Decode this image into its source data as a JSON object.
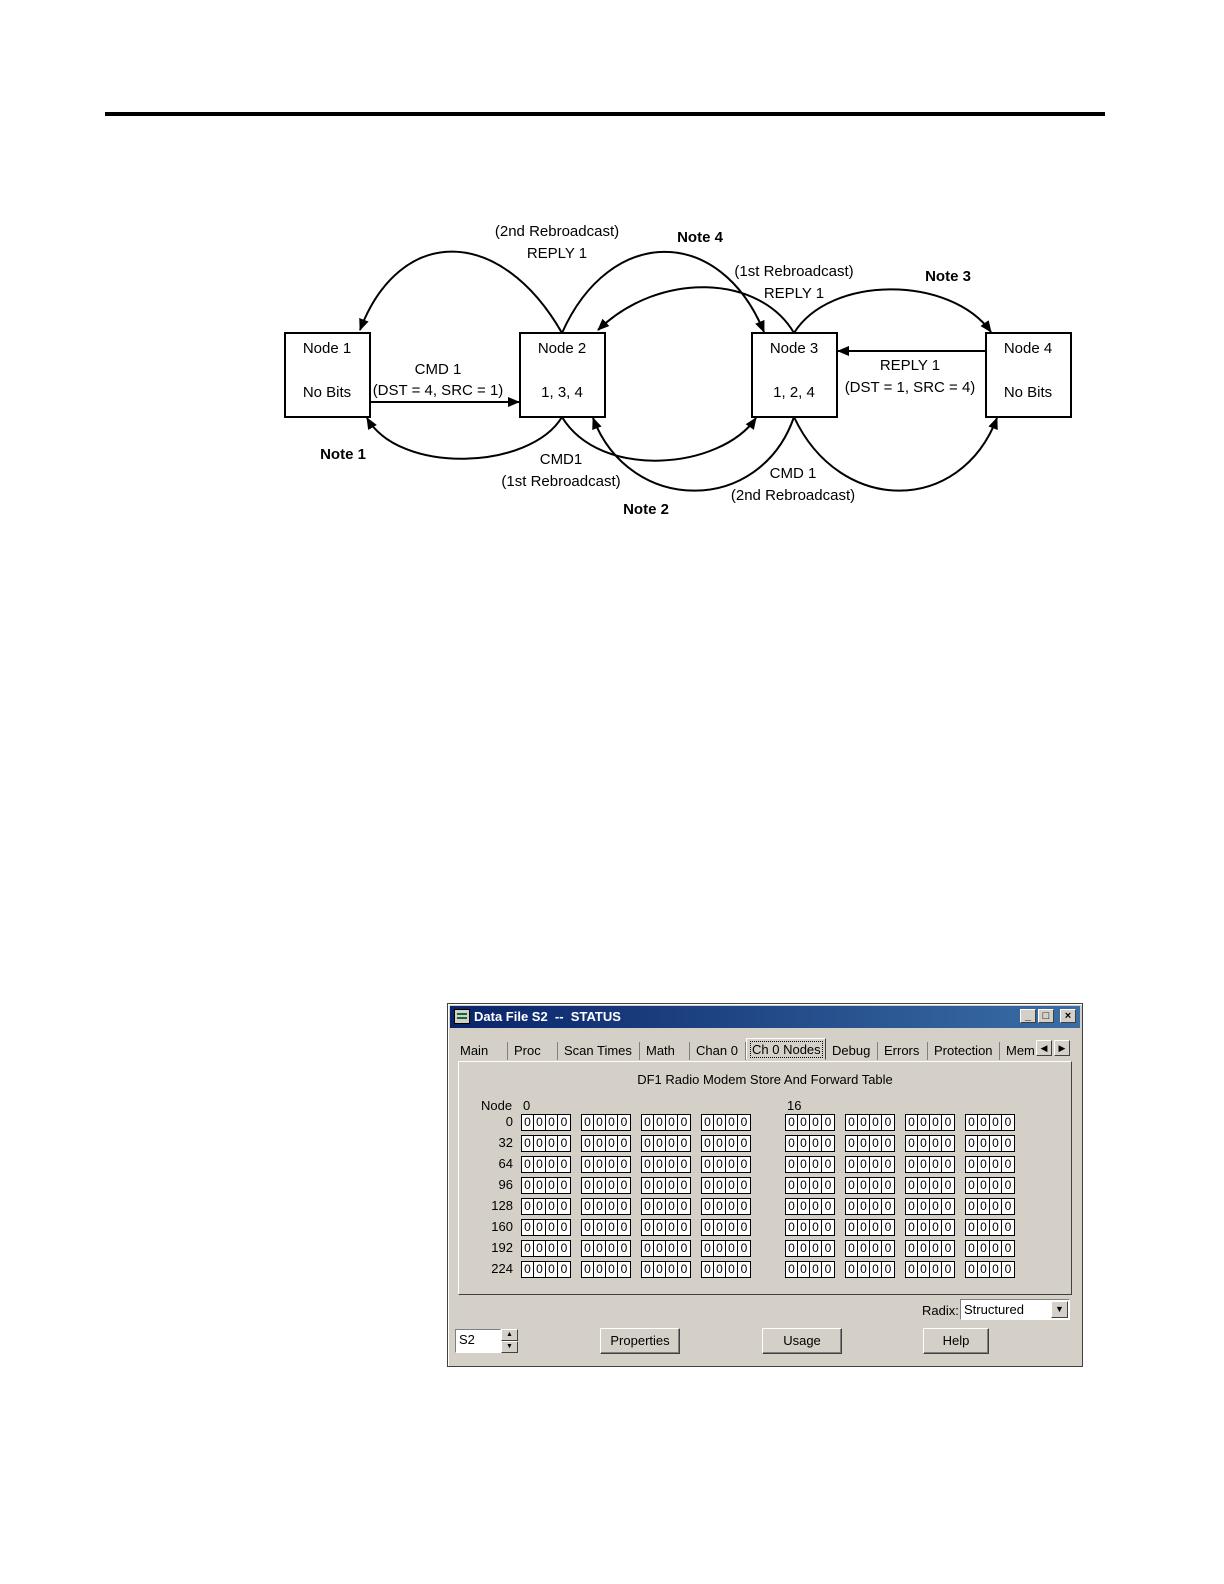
{
  "diagram": {
    "nodes": [
      {
        "name": "Node 1",
        "bits": "No Bits"
      },
      {
        "name": "Node 2",
        "bits": "1, 3, 4"
      },
      {
        "name": "Node 3",
        "bits": "1, 2, 4"
      },
      {
        "name": "Node 4",
        "bits": "No Bits"
      }
    ],
    "labels": {
      "reply_2nd_a": "(2nd Rebroadcast)",
      "reply_2nd_b": "REPLY 1",
      "note4": "Note 4",
      "reply_1st_a": "(1st Rebroadcast)",
      "reply_1st_b": "REPLY 1",
      "note3": "Note 3",
      "cmd1_a": "CMD 1",
      "cmd1_b": "(DST = 4, SRC = 1)",
      "reply1_a": "REPLY 1",
      "reply1_b": "(DST = 1, SRC = 4)",
      "note1": "Note 1",
      "cmd1_1st_a": "CMD1",
      "cmd1_1st_b": "(1st Rebroadcast)",
      "cmd1_2nd_a": "CMD 1",
      "cmd1_2nd_b": "(2nd Rebroadcast)",
      "note2": "Note 2"
    }
  },
  "window": {
    "title": "Data File S2  --  STATUS",
    "controls": {
      "minimize": "_",
      "maximize": "□",
      "close": "×"
    },
    "tabs": [
      "Main",
      "Proc",
      "Scan Times",
      "Math",
      "Chan 0",
      "Ch 0 Nodes",
      "Debug",
      "Errors",
      "Protection",
      "Mem"
    ],
    "active_tab": "Ch 0 Nodes",
    "table": {
      "title": "DF1 Radio Modem Store And Forward Table",
      "node_header": "Node",
      "col_label_left": "0",
      "col_label_right": "16",
      "rows": [
        {
          "label": "0",
          "groups": [
            "0000",
            "0000",
            "0000",
            "0000",
            "0000",
            "0000",
            "0000",
            "0000"
          ]
        },
        {
          "label": "32",
          "groups": [
            "0000",
            "0000",
            "0000",
            "0000",
            "0000",
            "0000",
            "0000",
            "0000"
          ]
        },
        {
          "label": "64",
          "groups": [
            "0000",
            "0000",
            "0000",
            "0000",
            "0000",
            "0000",
            "0000",
            "0000"
          ]
        },
        {
          "label": "96",
          "groups": [
            "0000",
            "0000",
            "0000",
            "0000",
            "0000",
            "0000",
            "0000",
            "0000"
          ]
        },
        {
          "label": "128",
          "groups": [
            "0000",
            "0000",
            "0000",
            "0000",
            "0000",
            "0000",
            "0000",
            "0000"
          ]
        },
        {
          "label": "160",
          "groups": [
            "0000",
            "0000",
            "0000",
            "0000",
            "0000",
            "0000",
            "0000",
            "0000"
          ]
        },
        {
          "label": "192",
          "groups": [
            "0000",
            "0000",
            "0000",
            "0000",
            "0000",
            "0000",
            "0000",
            "0000"
          ]
        },
        {
          "label": "224",
          "groups": [
            "0000",
            "0000",
            "0000",
            "0000",
            "0000",
            "0000",
            "0000",
            "0000"
          ]
        }
      ]
    },
    "radix": {
      "label": "Radix:",
      "value": "Structured"
    },
    "file_input": {
      "value": "S2"
    },
    "buttons": {
      "properties": "Properties",
      "usage": "Usage",
      "help": "Help"
    }
  }
}
